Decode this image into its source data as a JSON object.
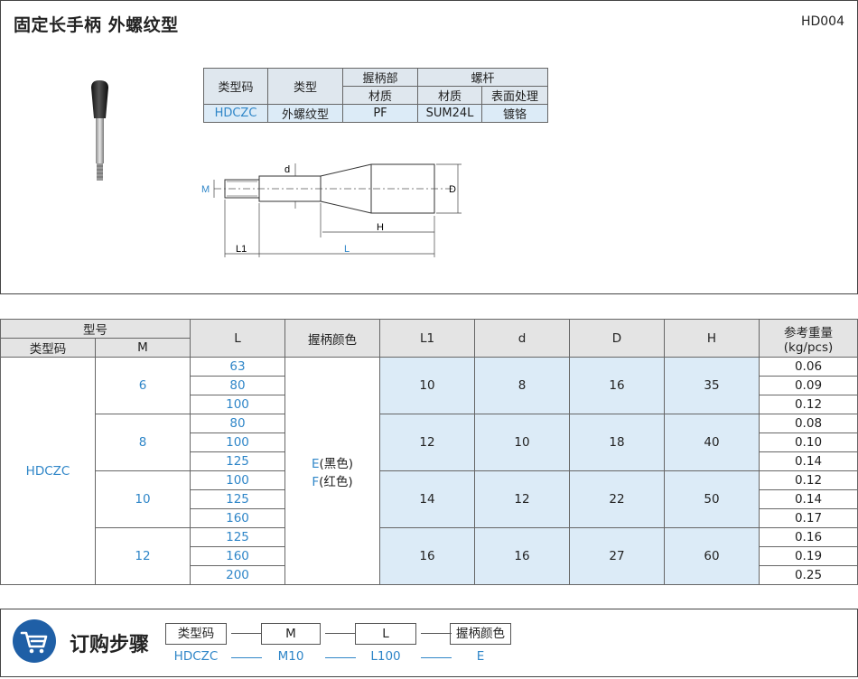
{
  "header": {
    "title": "固定长手柄  外螺纹型",
    "code": "HD004"
  },
  "spec": {
    "h_type_code": "类型码",
    "h_type": "类型",
    "h_grip": "握柄部",
    "h_screw": "螺杆",
    "h_grip_material": "材质",
    "h_screw_material": "材质",
    "h_surface": "表面处理",
    "type_code": "HDCZC",
    "type": "外螺纹型",
    "grip_material": "PF",
    "screw_material": "SUM24L",
    "surface": "镀铬"
  },
  "drawing": {
    "label_d": "d",
    "label_D": "D",
    "label_M": "M",
    "label_H": "H",
    "label_L1": "L1",
    "label_L": "L"
  },
  "table": {
    "h_model": "型号",
    "h_type_code": "类型码",
    "h_M": "M",
    "h_L": "L",
    "h_color": "握柄颜色",
    "h_L1": "L1",
    "h_d": "d",
    "h_D": "D",
    "h_H": "H",
    "h_weight": "参考重量",
    "h_weight_unit": "(kg/pcs)",
    "type_code": "HDCZC",
    "color_E_code": "E",
    "color_E_text": "(黑色)",
    "color_F_code": "F",
    "color_F_text": "(红色)",
    "groups": [
      {
        "M": "6",
        "L1": "10",
        "d": "8",
        "D": "16",
        "H": "35",
        "rows": [
          {
            "L": "63",
            "w": "0.06"
          },
          {
            "L": "80",
            "w": "0.09"
          },
          {
            "L": "100",
            "w": "0.12"
          }
        ]
      },
      {
        "M": "8",
        "L1": "12",
        "d": "10",
        "D": "18",
        "H": "40",
        "rows": [
          {
            "L": "80",
            "w": "0.08"
          },
          {
            "L": "100",
            "w": "0.10"
          },
          {
            "L": "125",
            "w": "0.14"
          }
        ]
      },
      {
        "M": "10",
        "L1": "14",
        "d": "12",
        "D": "22",
        "H": "50",
        "rows": [
          {
            "L": "100",
            "w": "0.12"
          },
          {
            "L": "125",
            "w": "0.14"
          },
          {
            "L": "160",
            "w": "0.17"
          }
        ]
      },
      {
        "M": "12",
        "L1": "16",
        "d": "16",
        "D": "27",
        "H": "60",
        "rows": [
          {
            "L": "125",
            "w": "0.16"
          },
          {
            "L": "160",
            "w": "0.19"
          },
          {
            "L": "200",
            "w": "0.25"
          }
        ]
      }
    ]
  },
  "order": {
    "title": "订购步骤",
    "fields": [
      "类型码",
      "M",
      "L",
      "握柄颜色"
    ],
    "values": [
      "HDCZC",
      "M10",
      "L100",
      "E"
    ]
  }
}
